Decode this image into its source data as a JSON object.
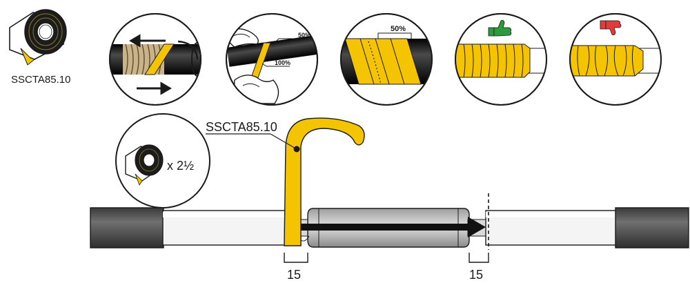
{
  "product_code": "SSCTA85.10",
  "callout_label": "SSCTA85.10",
  "quantity_label": "x 2½",
  "steps": [
    {
      "id": "step-1",
      "overlap_label": "",
      "icon": "wrap-direction-arrows"
    },
    {
      "id": "step-2",
      "overlap_labels": [
        "50%",
        "100%"
      ],
      "icon": "hand-stretching-tape"
    },
    {
      "id": "step-3",
      "overlap_label": "50%",
      "icon": "half-lap-overlap"
    },
    {
      "id": "step-4",
      "icon": "thumbs-up-icon",
      "verdict_color": "#2e9a3e"
    },
    {
      "id": "step-5",
      "icon": "thumbs-down-icon",
      "verdict_color": "#e23b3b"
    }
  ],
  "dimensions": {
    "left_label": "15",
    "right_label": "15"
  },
  "colors": {
    "tape_yellow": "#f5c400",
    "cable_dark": "#555555",
    "insulation_white": "#f2f2f2",
    "connector_grey": "#bdbdbd",
    "arrow": "#111111"
  }
}
